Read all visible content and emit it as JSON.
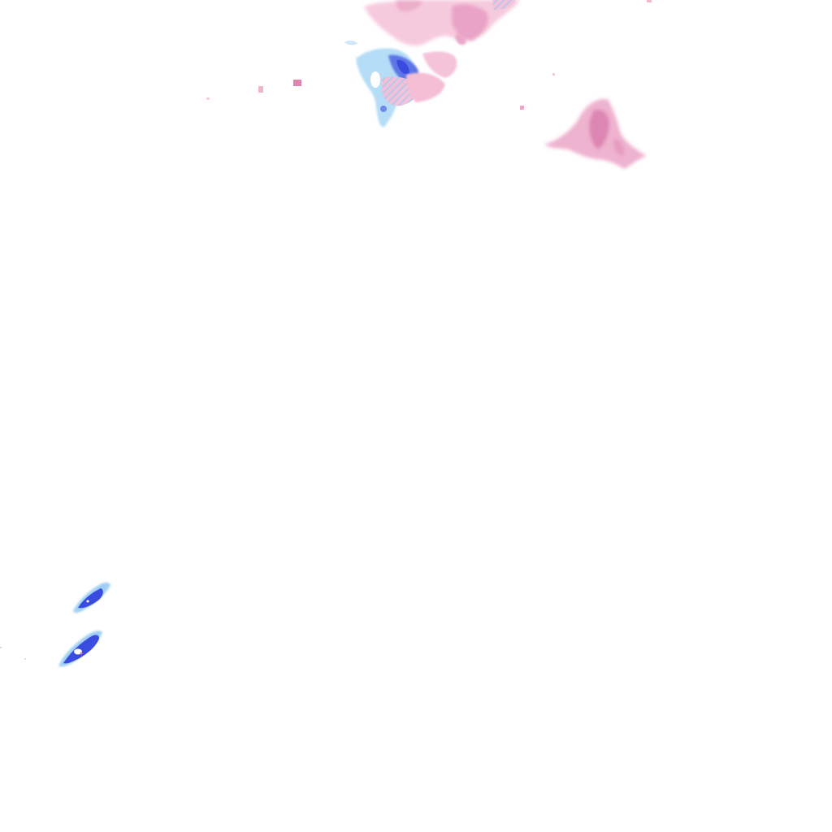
{
  "map": {
    "layer": "precipitation-radar-overlay",
    "legend": {
      "rain_light": "#b3dcf7",
      "rain_moderate": "#8cc4f0",
      "rain_heavy": "#3a4be0",
      "rain_core": "#2b2fd6",
      "mixed_light": "#f7cfe0",
      "mixed_moderate": "#ee9fc4",
      "mixed_heavy": "#d97fb0"
    },
    "cells": [
      {
        "kind": "rain-mixed",
        "color": "#b3dcf7"
      },
      {
        "kind": "mixed",
        "color": "#f2b9d3"
      },
      {
        "kind": "mixed",
        "color": "#e79cc3"
      },
      {
        "kind": "rain",
        "color": "#3a4be0"
      },
      {
        "kind": "rain",
        "color": "#3a4be0"
      }
    ]
  }
}
